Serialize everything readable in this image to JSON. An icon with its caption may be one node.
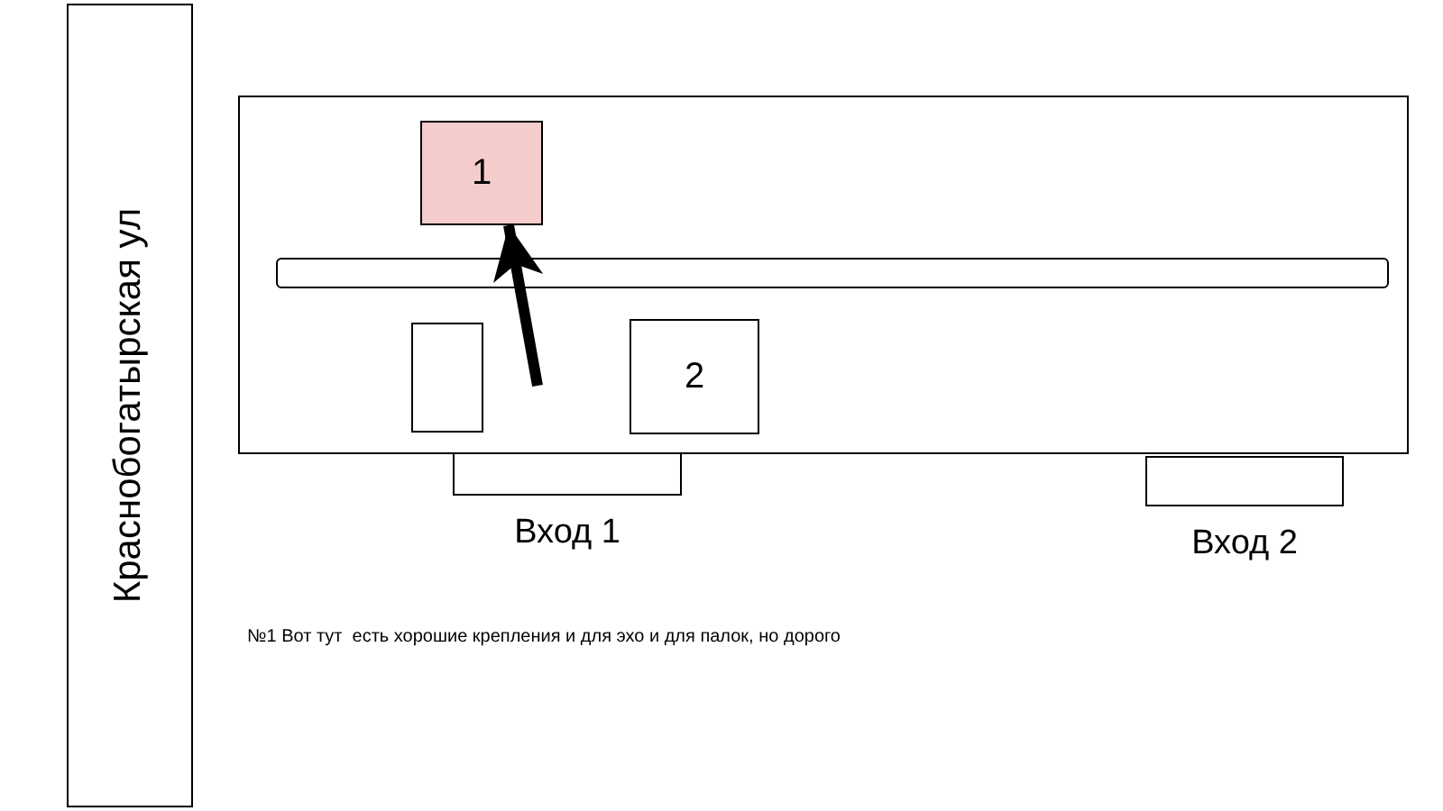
{
  "diagram": {
    "nodes": [
      {
        "text": [
          "Краснобогатырская ул"
        ]
      },
      {
        "text": [],
        "shape": "box"
      },
      {
        "text": [
          "1"
        ],
        "in": 1
      },
      {
        "text": [],
        "shape": "bar",
        "in": 1
      },
      {
        "text": [],
        "shape": "box",
        "in": 1
      },
      {
        "text": [
          "2"
        ],
        "in": 1
      },
      {
        "text": [
          "Вход 1"
        ]
      },
      {
        "text": [
          "Вход 2"
        ]
      }
    ],
    "edges": [
      {
        "from": null,
        "to": 2,
        "arrow": "to"
      }
    ],
    "labels": [
      "№1 Вот тут  есть хорошие крепления и для эхо и для палок, но дорого"
    ]
  }
}
